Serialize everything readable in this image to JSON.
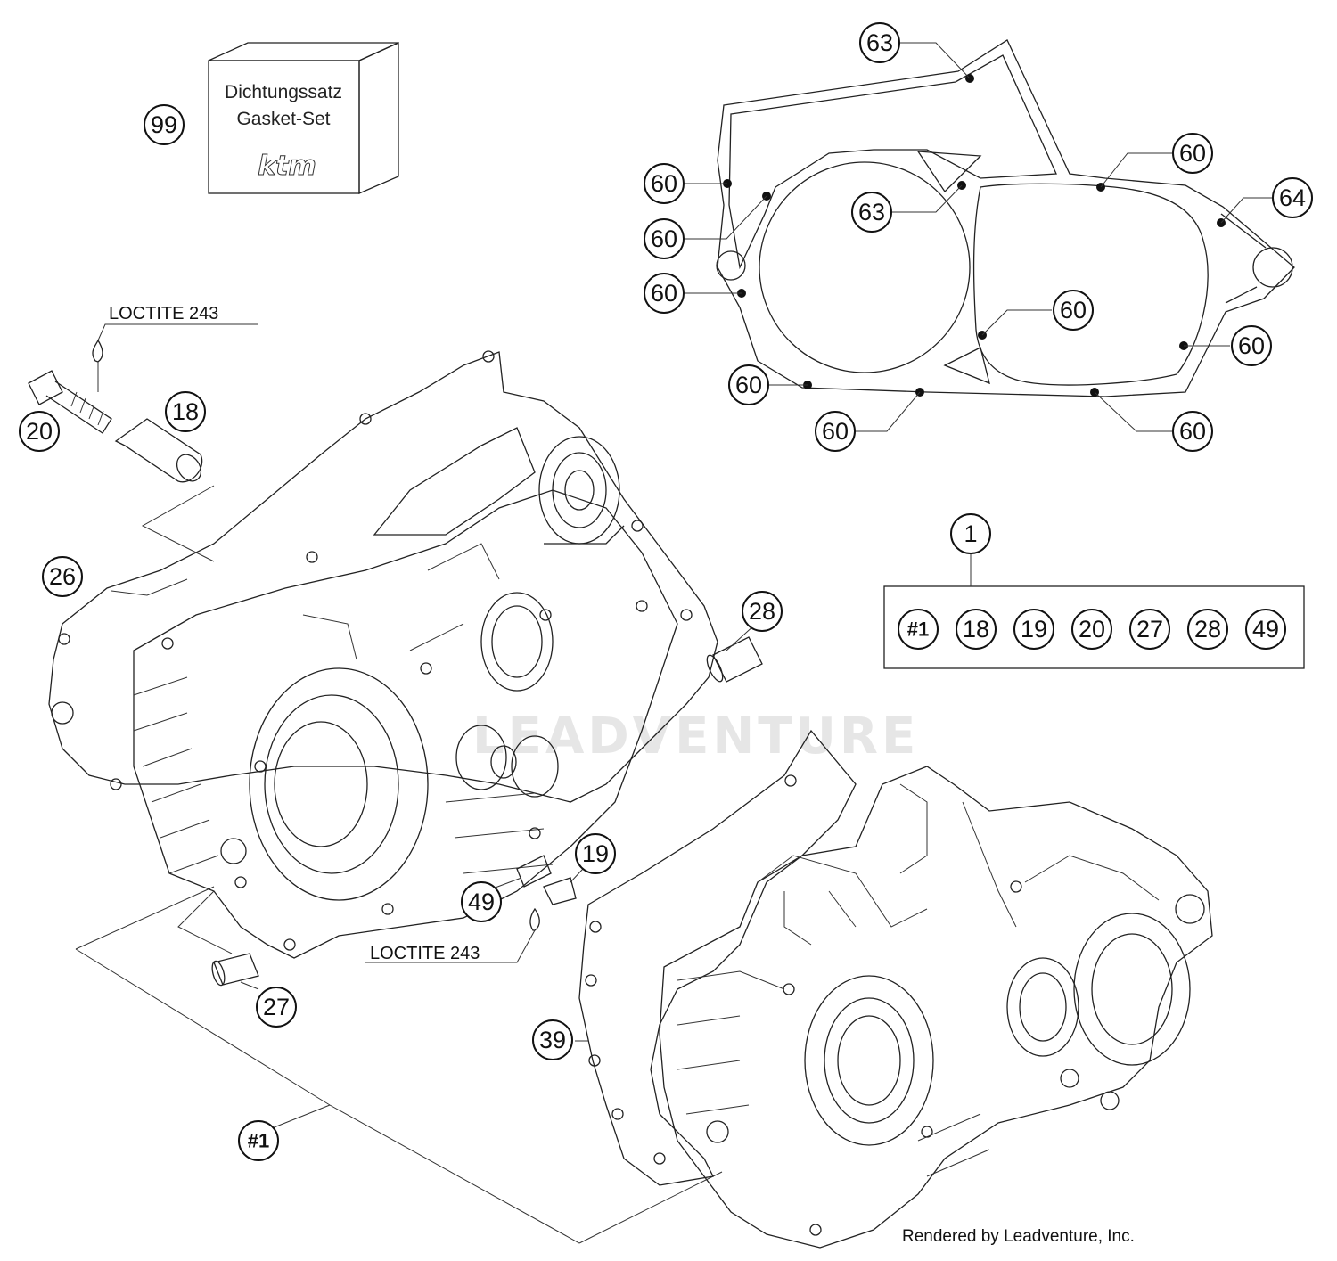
{
  "gasket_box": {
    "line1": "Dichtungssatz",
    "line2": "Gasket-Set",
    "logo": "ktm"
  },
  "labels": {
    "loctite_top": "LOCTITE 243",
    "loctite_bottom": "LOCTITE 243"
  },
  "callouts": {
    "c99": "99",
    "c63a": "63",
    "c63b": "63",
    "c64": "64",
    "c60a": "60",
    "c60b": "60",
    "c60c": "60",
    "c60d": "60",
    "c60e": "60",
    "c60f": "60",
    "c60g": "60",
    "c60h": "60",
    "c60i": "60",
    "c20": "20",
    "c18": "18",
    "c26": "26",
    "c28": "28",
    "c19": "19",
    "c49": "49",
    "c27": "27",
    "c39": "39",
    "c_hash1": "#1",
    "c1": "1"
  },
  "kit_items": [
    "#1",
    "18",
    "19",
    "20",
    "27",
    "28",
    "49"
  ],
  "watermark": "LEADVENTURE",
  "credit": "Rendered by Leadventure, Inc."
}
